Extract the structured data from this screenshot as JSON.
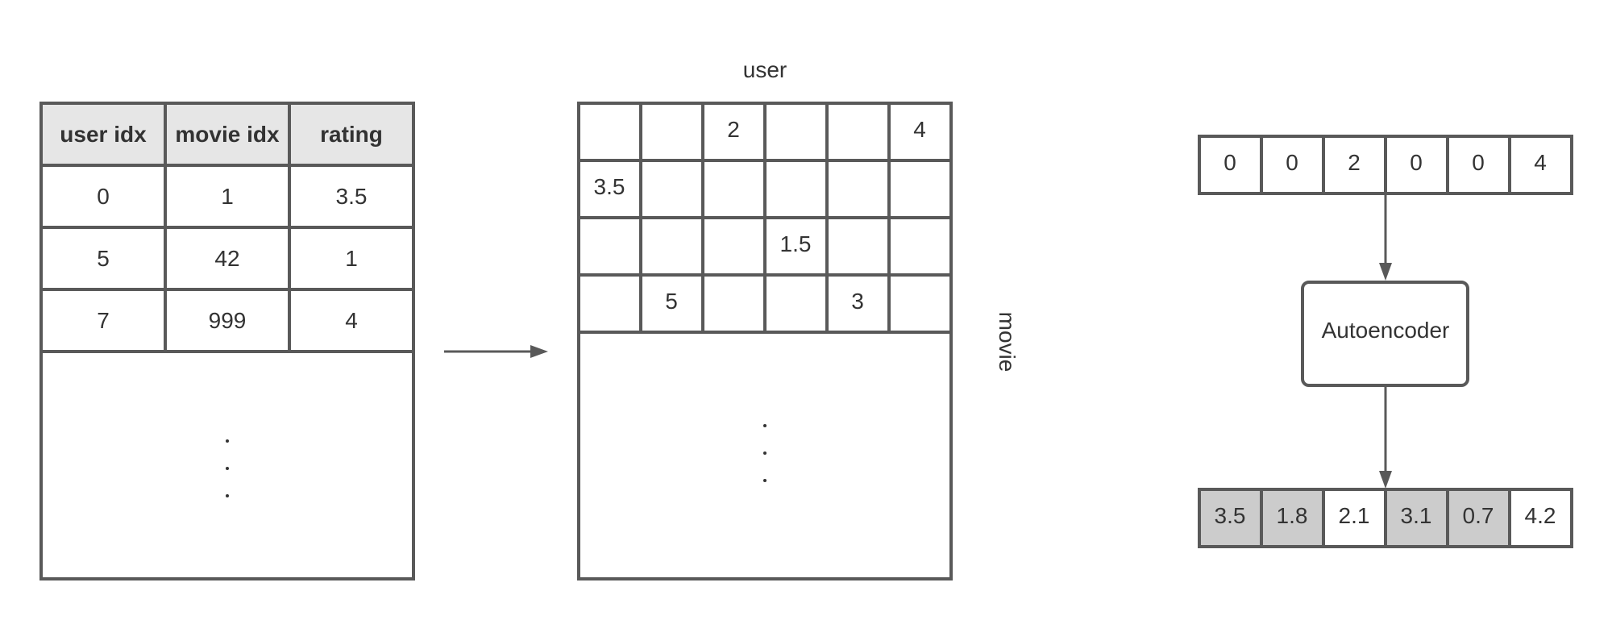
{
  "ratings_table": {
    "headers": [
      "user idx",
      "movie idx",
      "rating"
    ],
    "rows": [
      [
        "0",
        "1",
        "3.5"
      ],
      [
        "5",
        "42",
        "1"
      ],
      [
        "7",
        "999",
        "4"
      ]
    ]
  },
  "matrix": {
    "top_label": "user",
    "side_label": "movie",
    "rows": [
      [
        "",
        "",
        "2",
        "",
        "",
        "4"
      ],
      [
        "3.5",
        "",
        "",
        "",
        "",
        ""
      ],
      [
        "",
        "",
        "",
        "1.5",
        "",
        ""
      ],
      [
        "",
        "5",
        "",
        "",
        "3",
        ""
      ]
    ]
  },
  "autoencoder": {
    "label": "Autoencoder",
    "input": [
      "0",
      "0",
      "2",
      "0",
      "0",
      "4"
    ],
    "output": [
      {
        "value": "3.5",
        "shaded": true
      },
      {
        "value": "1.8",
        "shaded": true
      },
      {
        "value": "2.1",
        "shaded": false
      },
      {
        "value": "3.1",
        "shaded": true
      },
      {
        "value": "0.7",
        "shaded": true
      },
      {
        "value": "4.2",
        "shaded": false
      }
    ]
  },
  "colors": {
    "stroke": "#595959",
    "header_fill": "#e6e6e6",
    "shaded_fill": "#cccccc",
    "text": "#333333"
  }
}
